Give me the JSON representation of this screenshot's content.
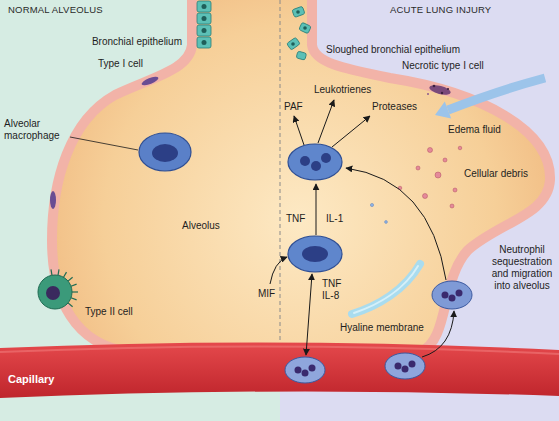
{
  "diagram": {
    "labels": [
      "NORMAL ALVEOLUS",
      "ACUTE LUNG INJURY",
      "Bronchial epithelium",
      "Sloughed bronchial epithelium",
      "Necrotic type I cell",
      "Type I cell",
      "Leukotrienes",
      "PAF",
      "Proteases",
      "Alveolar macrophage",
      "Edema fluid",
      "Cellular debris",
      "Alveolus",
      "TNF",
      "IL-1",
      "Neutrophil sequestration and migration into alveolus",
      "MIF",
      "TNF IL-8",
      "Type II cell",
      "Hyaline membrane",
      "Capillary"
    ]
  }
}
